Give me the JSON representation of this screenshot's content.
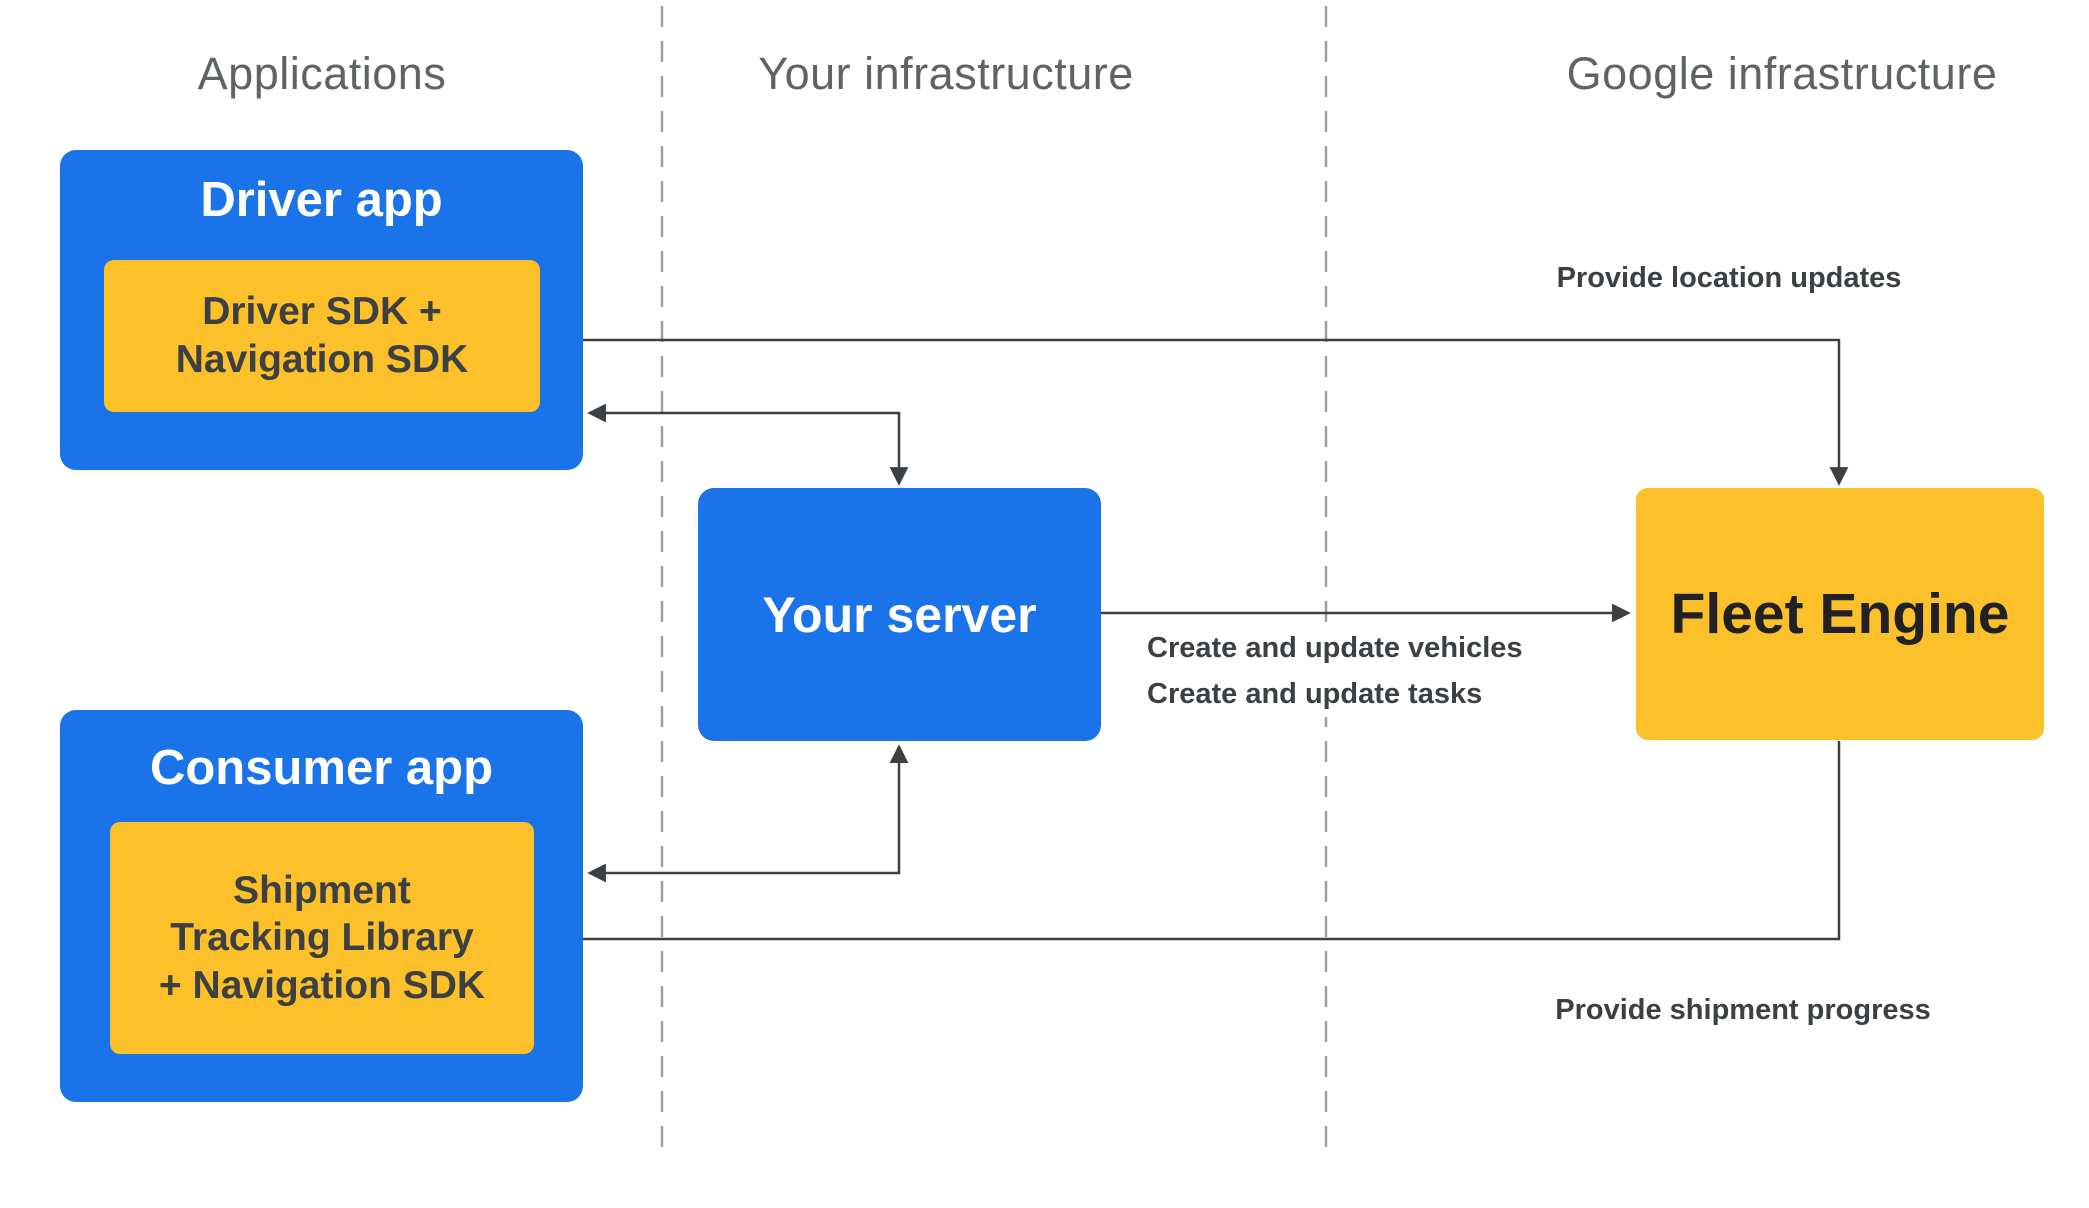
{
  "columns": {
    "applications": "Applications",
    "your_infrastructure": "Your infrastructure",
    "google_infrastructure": "Google infrastructure"
  },
  "nodes": {
    "driver_app": {
      "title": "Driver app",
      "sdk_label": "Driver SDK +\nNavigation SDK"
    },
    "consumer_app": {
      "title": "Consumer app",
      "sdk_label": "Shipment\nTracking Library\n+ Navigation SDK"
    },
    "your_server": {
      "title": "Your server"
    },
    "fleet_engine": {
      "title": "Fleet Engine"
    }
  },
  "edges": {
    "location_updates_label": "Provide location updates",
    "create_vehicles_label": "Create and update vehicles",
    "create_tasks_label": "Create and update tasks",
    "shipment_progress_label": "Provide shipment progress"
  },
  "colors": {
    "blue": "#1a73e8",
    "yellow": "#fcc02b",
    "arrow_line": "#3c4043",
    "dashed_separator": "#9aa0a6",
    "column_header_text": "#5f6368",
    "dark_text": "#3c4043",
    "white_text": "#ffffff"
  }
}
